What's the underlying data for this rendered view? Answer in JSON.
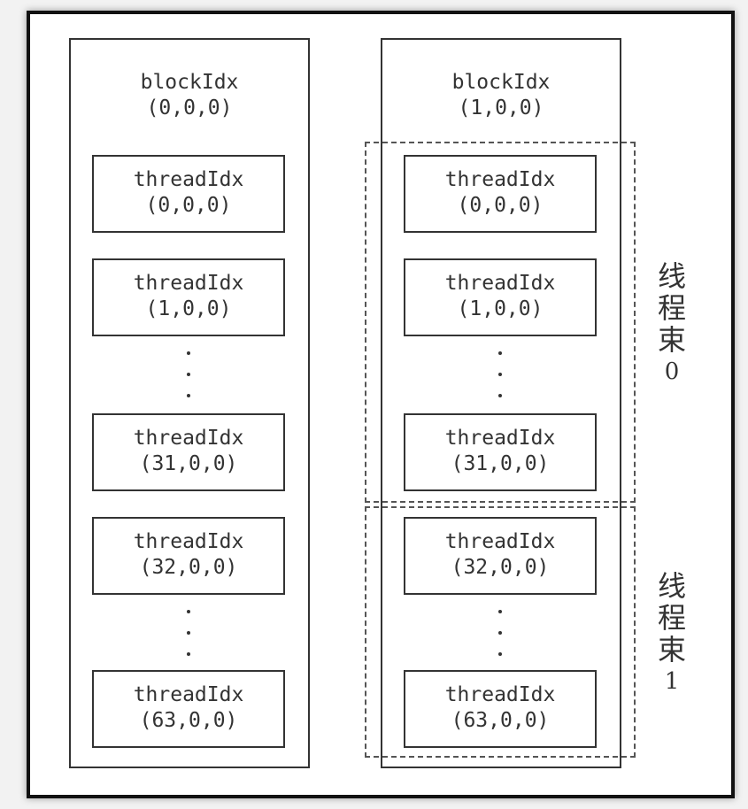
{
  "blocks": [
    {
      "label_name": "blockIdx",
      "label_value": "(0,0,0)",
      "threads": [
        {
          "name": "threadIdx",
          "value": "(0,0,0)"
        },
        {
          "name": "threadIdx",
          "value": "(1,0,0)"
        },
        {
          "name": "threadIdx",
          "value": "(31,0,0)"
        },
        {
          "name": "threadIdx",
          "value": "(32,0,0)"
        },
        {
          "name": "threadIdx",
          "value": "(63,0,0)"
        }
      ]
    },
    {
      "label_name": "blockIdx",
      "label_value": "(1,0,0)",
      "threads": [
        {
          "name": "threadIdx",
          "value": "(0,0,0)"
        },
        {
          "name": "threadIdx",
          "value": "(1,0,0)"
        },
        {
          "name": "threadIdx",
          "value": "(31,0,0)"
        },
        {
          "name": "threadIdx",
          "value": "(32,0,0)"
        },
        {
          "name": "threadIdx",
          "value": "(63,0,0)"
        }
      ]
    }
  ],
  "warps": [
    {
      "chars": [
        "线",
        "程",
        "束"
      ],
      "index": "0"
    },
    {
      "chars": [
        "线",
        "程",
        "束"
      ],
      "index": "1"
    }
  ]
}
